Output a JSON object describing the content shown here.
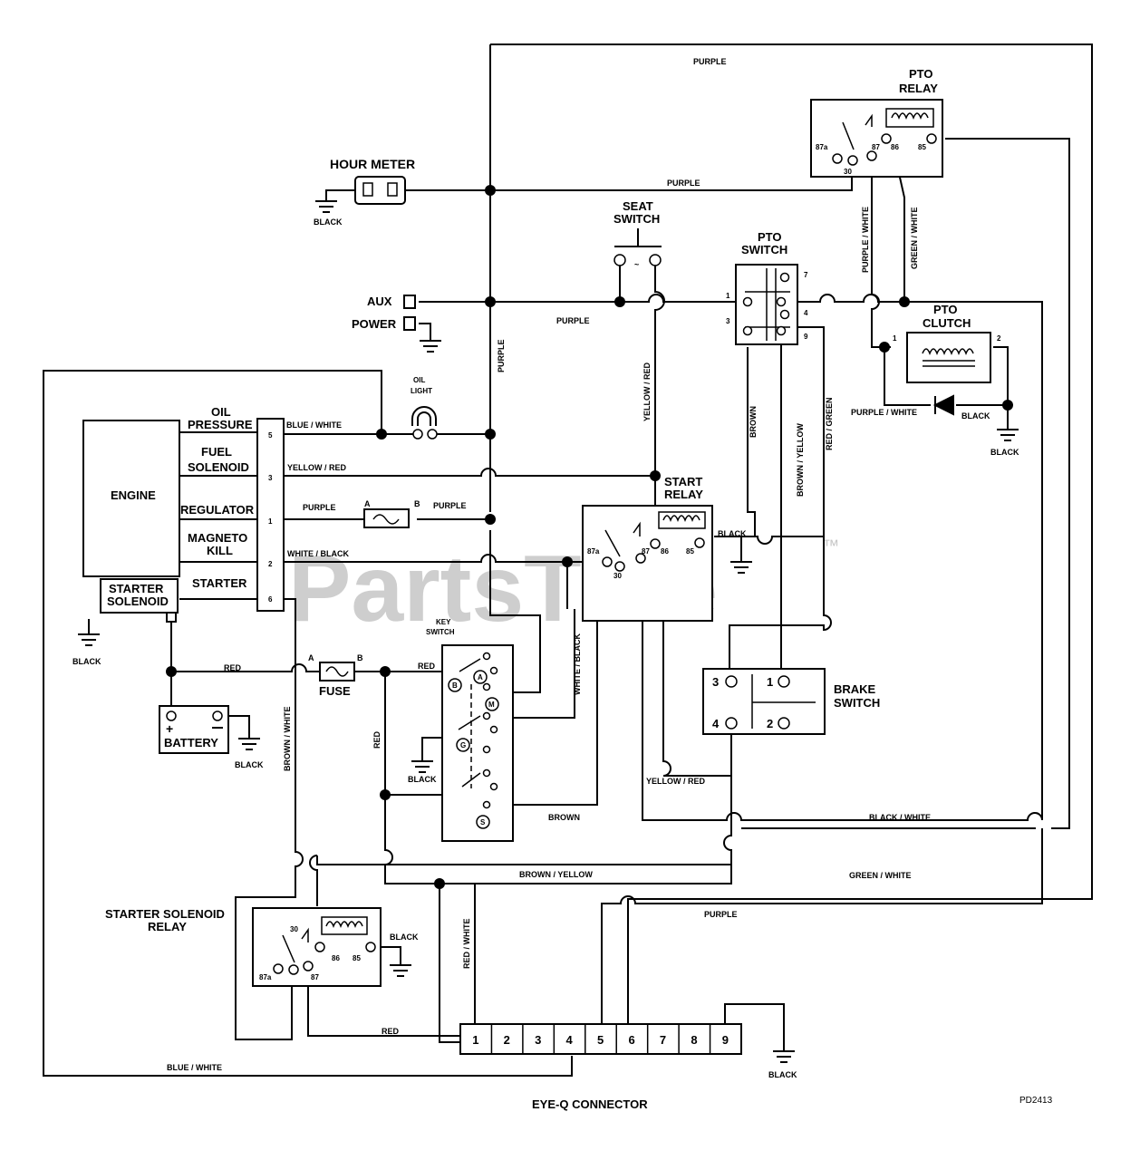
{
  "watermark": {
    "brand": "PartsTree",
    "trademark": "™"
  },
  "drawing_id": "PD2413",
  "components": {
    "hour_meter": "HOUR METER",
    "seat_switch": [
      "SEAT",
      "SWITCH"
    ],
    "pto_switch": [
      "PTO",
      "SWITCH"
    ],
    "pto_relay": [
      "PTO",
      "RELAY"
    ],
    "pto_clutch": [
      "PTO",
      "CLUTCH"
    ],
    "aux_power": [
      "AUX",
      "POWER"
    ],
    "oil_light": [
      "OIL",
      "LIGHT"
    ],
    "engine": "ENGINE",
    "starter_solenoid": [
      "STARTER",
      "SOLENOID"
    ],
    "start_relay": [
      "START",
      "RELAY"
    ],
    "key_switch": [
      "KEY",
      "SWITCH"
    ],
    "brake_switch": [
      "BRAKE",
      "SWITCH"
    ],
    "battery": "BATTERY",
    "fuse": "FUSE",
    "starter_solenoid_relay": [
      "STARTER SOLENOID",
      "RELAY"
    ],
    "eye_q_connector": "EYE-Q CONNECTOR"
  },
  "engine_leads": [
    {
      "name": [
        "OIL",
        "PRESSURE"
      ],
      "pin": "5"
    },
    {
      "name": [
        "FUEL",
        "SOLENOID"
      ],
      "pin": "3"
    },
    {
      "name": [
        "REGULATOR"
      ],
      "pin": "1"
    },
    {
      "name": [
        "MAGNETO",
        "KILL"
      ],
      "pin": "2"
    },
    {
      "name": [
        "STARTER"
      ],
      "pin": "6"
    }
  ],
  "eye_q_pins": [
    "1",
    "2",
    "3",
    "4",
    "5",
    "6",
    "7",
    "8",
    "9"
  ],
  "relay_pins": {
    "p87a": "87a",
    "p30": "30",
    "p87": "87",
    "p86": "86",
    "p85": "85"
  },
  "switch_pins": {
    "pto": [
      "7",
      "1",
      "4",
      "3",
      "9"
    ],
    "brake": [
      "3",
      "1",
      "4",
      "2"
    ]
  },
  "key_positions": [
    "A",
    "M",
    "B",
    "G",
    "S"
  ],
  "fuse_terminals": [
    "A",
    "B"
  ],
  "wires": {
    "purple": "PURPLE",
    "black": "BLACK",
    "blue_white": "BLUE / WHITE",
    "yellow_red": "YELLOW / RED",
    "white_black": "WHITE / BLACK",
    "red": "RED",
    "brown": "BROWN",
    "brown_white": "BROWN / WHITE",
    "brown_yellow": "BROWN / YELLOW",
    "red_green": "RED / GREEN",
    "purple_white": "PURPLE / WHITE",
    "green_white": "GREEN / WHITE",
    "black_white": "BLACK / WHITE",
    "red_white": "RED / WHITE"
  }
}
